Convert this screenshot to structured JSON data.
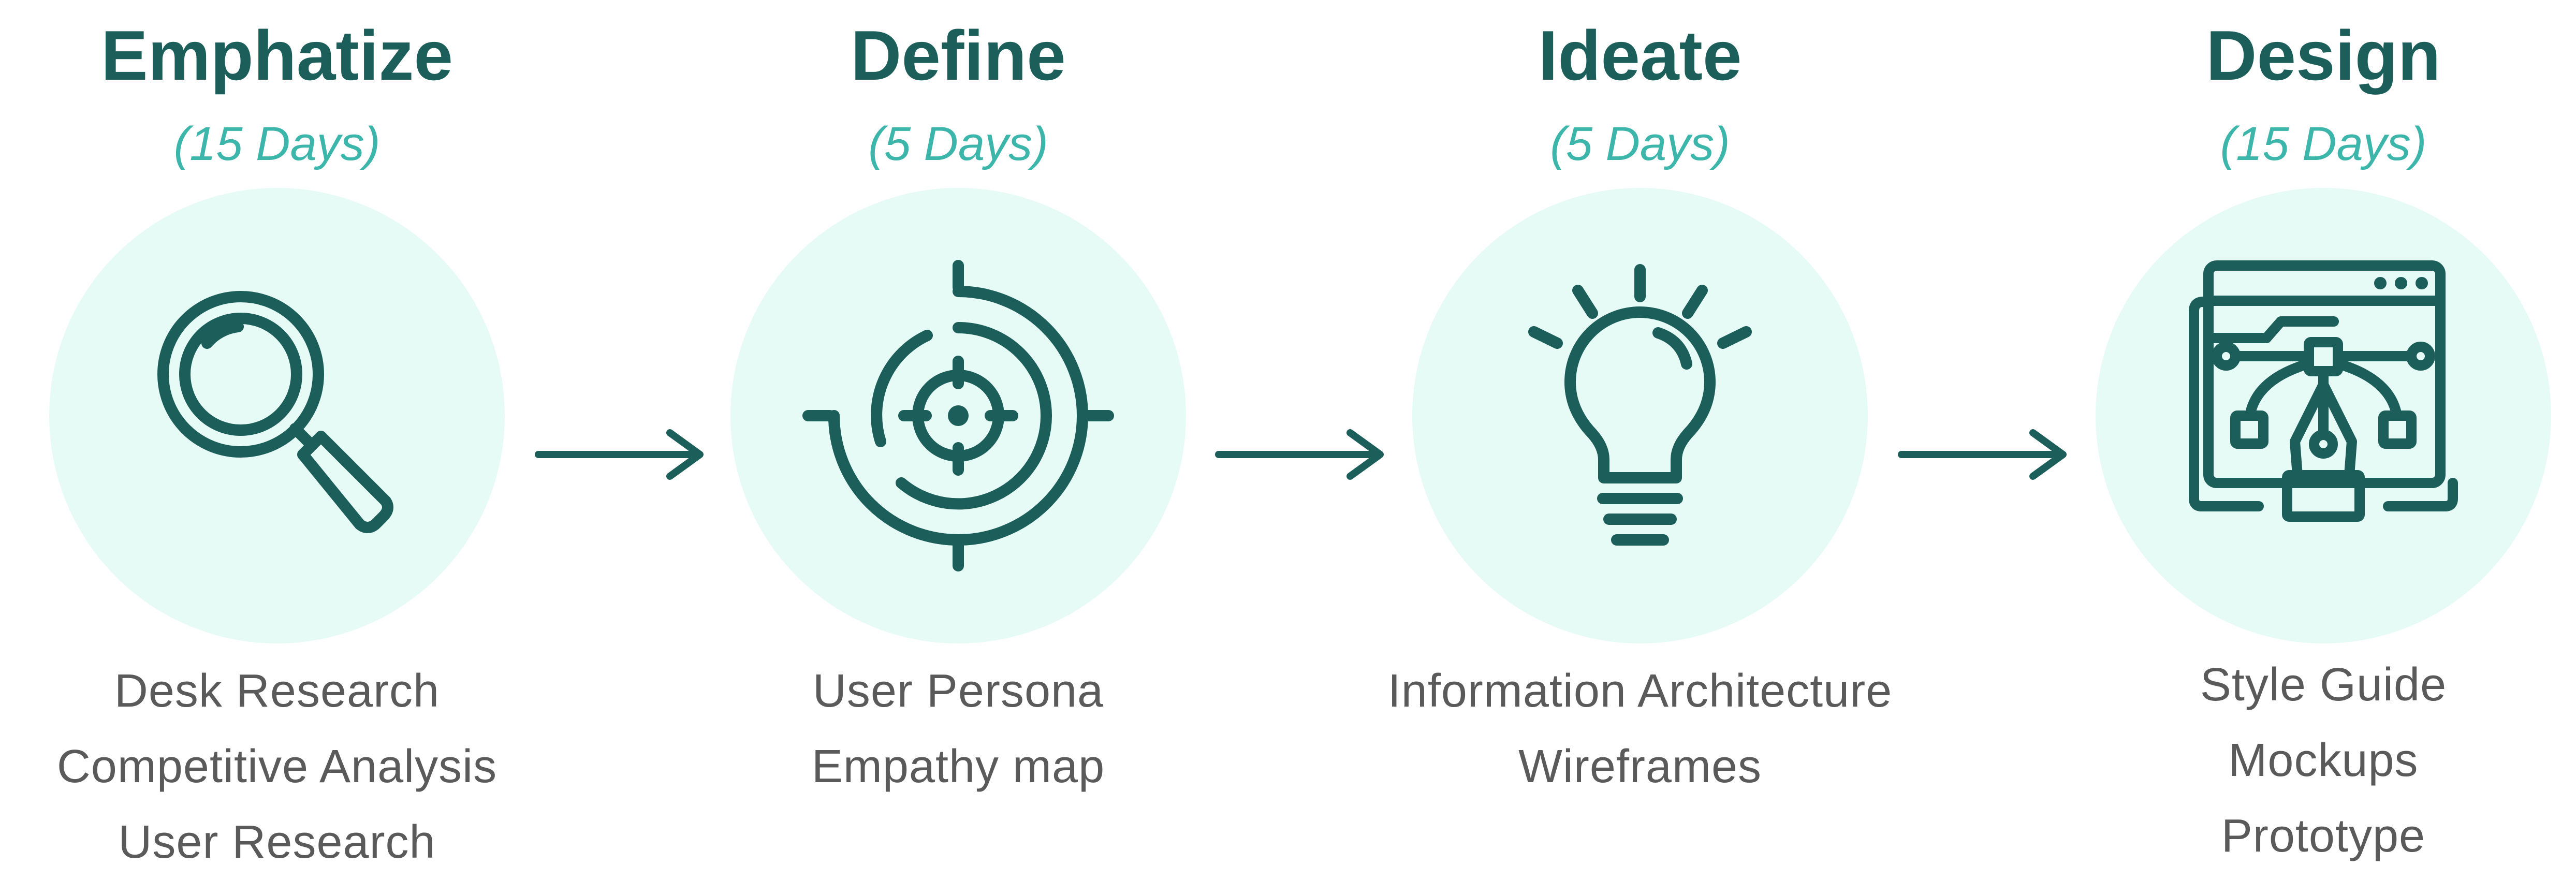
{
  "colors": {
    "title": "#1b5e5a",
    "duration": "#3cb5aa",
    "circle": "#e6fbf6",
    "icon_stroke": "#1b5e5a",
    "task_text": "#5a5a5a",
    "arrow": "#1b5e5a"
  },
  "stages": [
    {
      "title": "Emphatize",
      "duration": "(15 Days)",
      "icon": "magnifying-glass-icon",
      "tasks": [
        "Desk Research",
        "Competitive Analysis",
        "User Research"
      ]
    },
    {
      "title": "Define",
      "duration": "(5 Days)",
      "icon": "target-icon",
      "tasks": [
        "User Persona",
        "Empathy map"
      ]
    },
    {
      "title": "Ideate",
      "duration": "(5 Days)",
      "icon": "light-bulb-icon",
      "tasks": [
        "Information Architecture",
        "Wireframes"
      ]
    },
    {
      "title": "Design",
      "duration": "(15 Days)",
      "icon": "design-pen-tool-icon",
      "tasks": [
        "Style Guide",
        "Mockups",
        "Prototype"
      ]
    }
  ],
  "connectors": [
    {
      "from": "Emphatize",
      "to": "Define",
      "icon": "arrow-right-icon"
    },
    {
      "from": "Define",
      "to": "Ideate",
      "icon": "arrow-right-icon"
    },
    {
      "from": "Ideate",
      "to": "Design",
      "icon": "arrow-right-icon"
    }
  ]
}
